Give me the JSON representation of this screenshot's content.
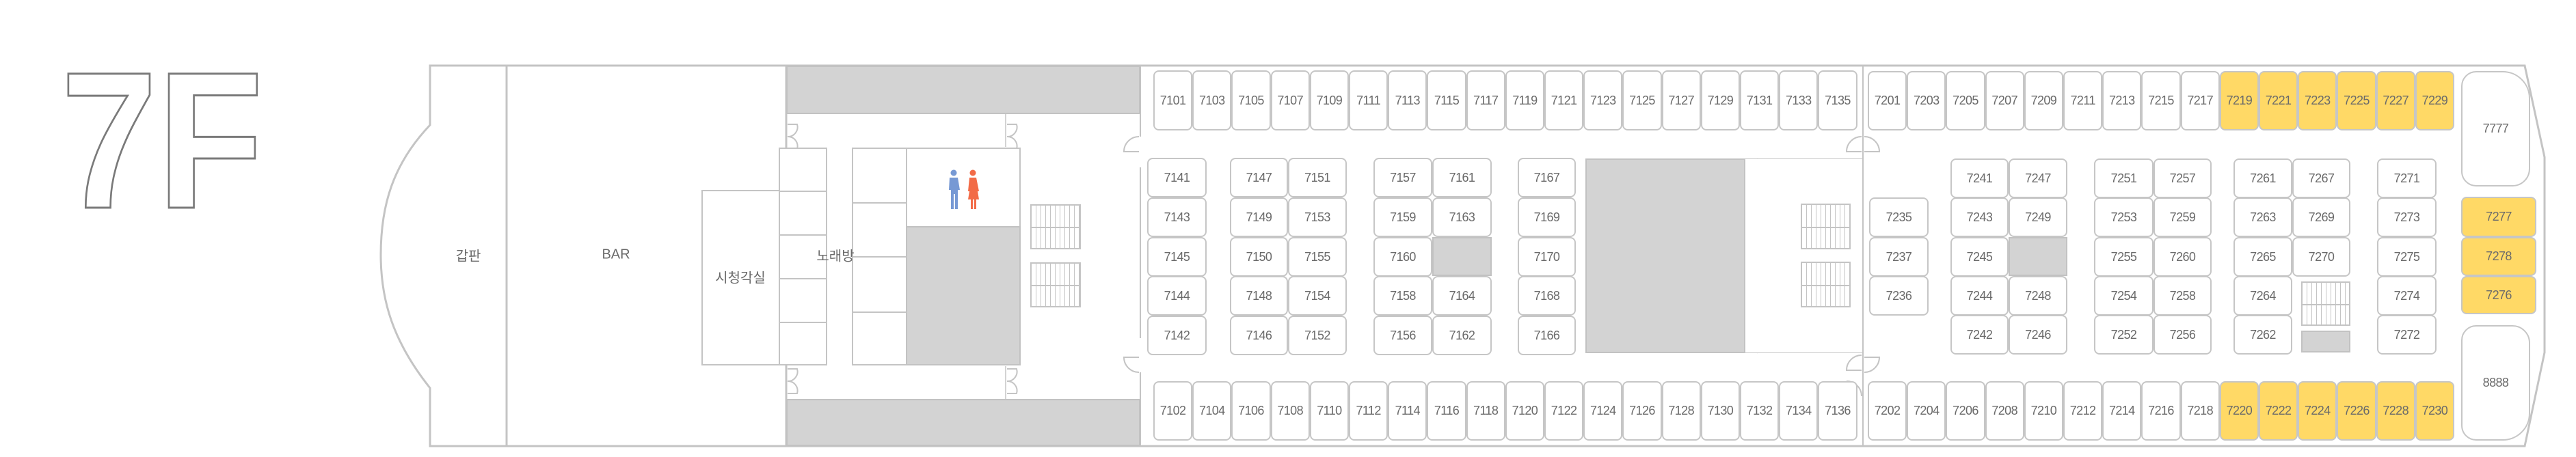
{
  "floor_label": "7F",
  "areas": {
    "deck": "갑판",
    "bar": "BAR",
    "av_room": "시청각실",
    "karaoke": "노래방"
  },
  "cabins": {
    "top_71": [
      "7101",
      "7103",
      "7105",
      "7107",
      "7109",
      "7111",
      "7113",
      "7115",
      "7117",
      "7119",
      "7121",
      "7123",
      "7125",
      "7127",
      "7129",
      "7131",
      "7133",
      "7135"
    ],
    "bottom_71": [
      "7102",
      "7104",
      "7106",
      "7108",
      "7110",
      "7112",
      "7114",
      "7116",
      "7118",
      "7120",
      "7122",
      "7124",
      "7126",
      "7128",
      "7130",
      "7132",
      "7134",
      "7136"
    ],
    "top_72": [
      "7201",
      "7203",
      "7205",
      "7207",
      "7209",
      "7211",
      "7213",
      "7215",
      "7217",
      "7219",
      "7221",
      "7223",
      "7225",
      "7227",
      "7229"
    ],
    "bottom_72": [
      "7202",
      "7204",
      "7206",
      "7208",
      "7210",
      "7212",
      "7214",
      "7216",
      "7218",
      "7220",
      "7222",
      "7224",
      "7226",
      "7228",
      "7230"
    ],
    "inner_71": [
      [
        "7141",
        "7143",
        "7145",
        "7144",
        "7142"
      ],
      [
        "7147",
        "7149",
        "7150",
        "7148",
        "7146"
      ],
      [
        "7151",
        "7153",
        "7155",
        "7154",
        "7152"
      ],
      [
        "7157",
        "7159",
        "7160",
        "7158",
        "7156"
      ],
      [
        "7161",
        "7163",
        null,
        "7164",
        "7162"
      ],
      [
        "7167",
        "7169",
        "7170",
        "7168",
        "7166"
      ]
    ],
    "inner_72": [
      [
        null,
        "7235",
        "7237",
        "7236",
        null
      ],
      [
        "7241",
        "7243",
        "7245",
        "7244",
        "7242"
      ],
      [
        "7247",
        "7249",
        null,
        "7248",
        "7246"
      ],
      [
        "7251",
        "7253",
        "7255",
        "7254",
        "7252"
      ],
      [
        "7257",
        "7259",
        "7260",
        "7258",
        "7256"
      ],
      [
        "7261",
        "7263",
        "7265",
        "7264",
        "7262"
      ],
      [
        "7267",
        "7269",
        "7270",
        null,
        null
      ],
      [
        "7271",
        "7273",
        "7275",
        "7274",
        "7272"
      ]
    ],
    "bow": [
      "7777",
      "7277",
      "7278",
      "7276",
      "8888"
    ]
  },
  "highlighted": [
    "7219",
    "7221",
    "7223",
    "7225",
    "7227",
    "7229",
    "7220",
    "7222",
    "7224",
    "7226",
    "7228",
    "7230",
    "7277",
    "7278",
    "7276"
  ],
  "colors": {
    "highlight": "#ffd966",
    "line": "#c4c4c4",
    "service": "#d3d3d3",
    "text": "#6a6a6a",
    "restroom_male": "#7799d4",
    "restroom_female": "#f26b47"
  }
}
